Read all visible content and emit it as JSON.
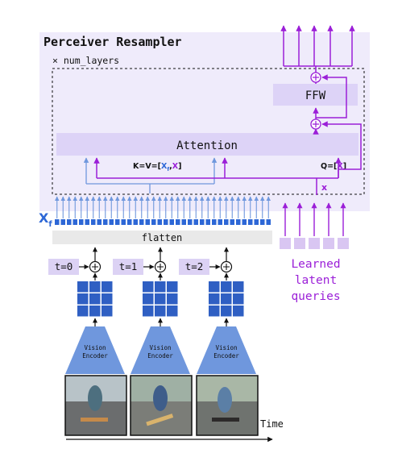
{
  "title": "Perceiver Resampler",
  "layers_label": "× num_layers",
  "ffw_label": "FFW",
  "attention_label": "Attention",
  "kv_label": {
    "prefix": "K=V=[",
    "xf_main": "X",
    "xf_sub": "f",
    "sep": ",",
    "x": "X",
    "suffix": "]"
  },
  "q_label": {
    "prefix": "Q=[",
    "x": "X",
    "suffix": "]"
  },
  "x_label": "x",
  "xf_label": {
    "main": "X",
    "sub": "f"
  },
  "flatten_label": "flatten",
  "timesteps": [
    "t=0",
    "t=1",
    "t=2"
  ],
  "encoder_label": [
    "Vision",
    "Encoder"
  ],
  "learned_label": [
    "Learned",
    "latent",
    "queries"
  ],
  "time_label": "Time",
  "colors": {
    "panel": "#efebfb",
    "block": "#ddd3f7",
    "timestep_block": "#dcd2f4",
    "purple": "#9b1fd8",
    "purple_light": "#d9c6f2",
    "blue": "#2d67d6",
    "blue_arrow": "#6f97dd",
    "encoder": "#6f97dd",
    "grid": "#2f5fc3",
    "flatten": "#e9e9e9"
  }
}
